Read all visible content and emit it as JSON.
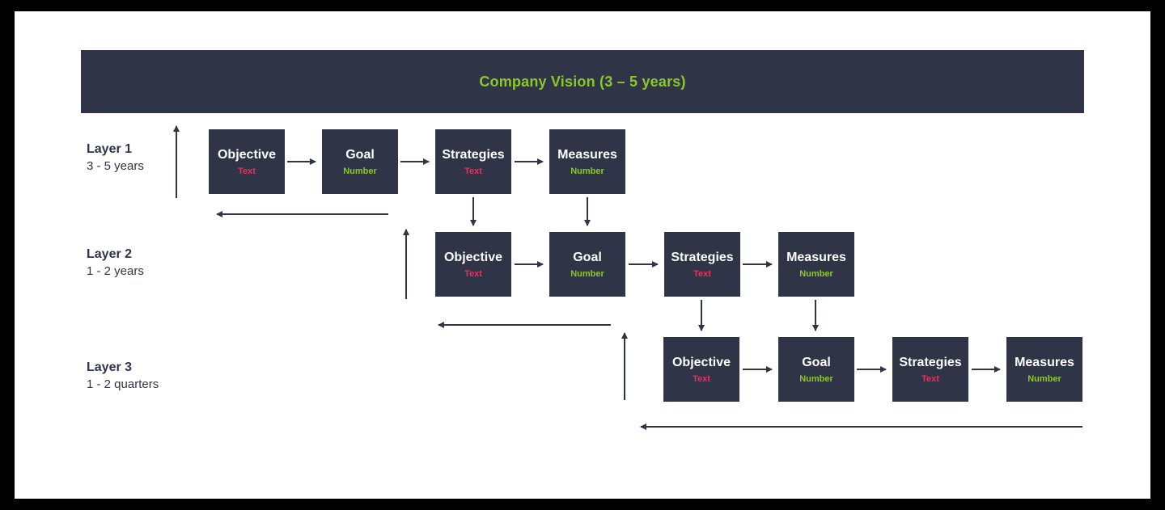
{
  "banner": {
    "title": "Company Vision (3 – 5 years)"
  },
  "colors": {
    "box_bg": "#2f3447",
    "banner_bg": "#2f3447",
    "green": "#8bc926",
    "pink": "#ef2d5e",
    "arrow": "#2f3447"
  },
  "layers": [
    {
      "label": "Layer 1",
      "sublabel": "3 - 5 years",
      "boxes": [
        {
          "title": "Objective",
          "subtitle": "Text"
        },
        {
          "title": "Goal",
          "subtitle": "Number"
        },
        {
          "title": "Strategies",
          "subtitle": "Text"
        },
        {
          "title": "Measures",
          "subtitle": "Number"
        }
      ]
    },
    {
      "label": "Layer 2",
      "sublabel": "1 - 2 years",
      "boxes": [
        {
          "title": "Objective",
          "subtitle": "Text"
        },
        {
          "title": "Goal",
          "subtitle": "Number"
        },
        {
          "title": "Strategies",
          "subtitle": "Text"
        },
        {
          "title": "Measures",
          "subtitle": "Number"
        }
      ]
    },
    {
      "label": "Layer 3",
      "sublabel": "1 - 2 quarters",
      "boxes": [
        {
          "title": "Objective",
          "subtitle": "Text"
        },
        {
          "title": "Goal",
          "subtitle": "Number"
        },
        {
          "title": "Strategies",
          "subtitle": "Text"
        },
        {
          "title": "Measures",
          "subtitle": "Number"
        }
      ]
    }
  ]
}
